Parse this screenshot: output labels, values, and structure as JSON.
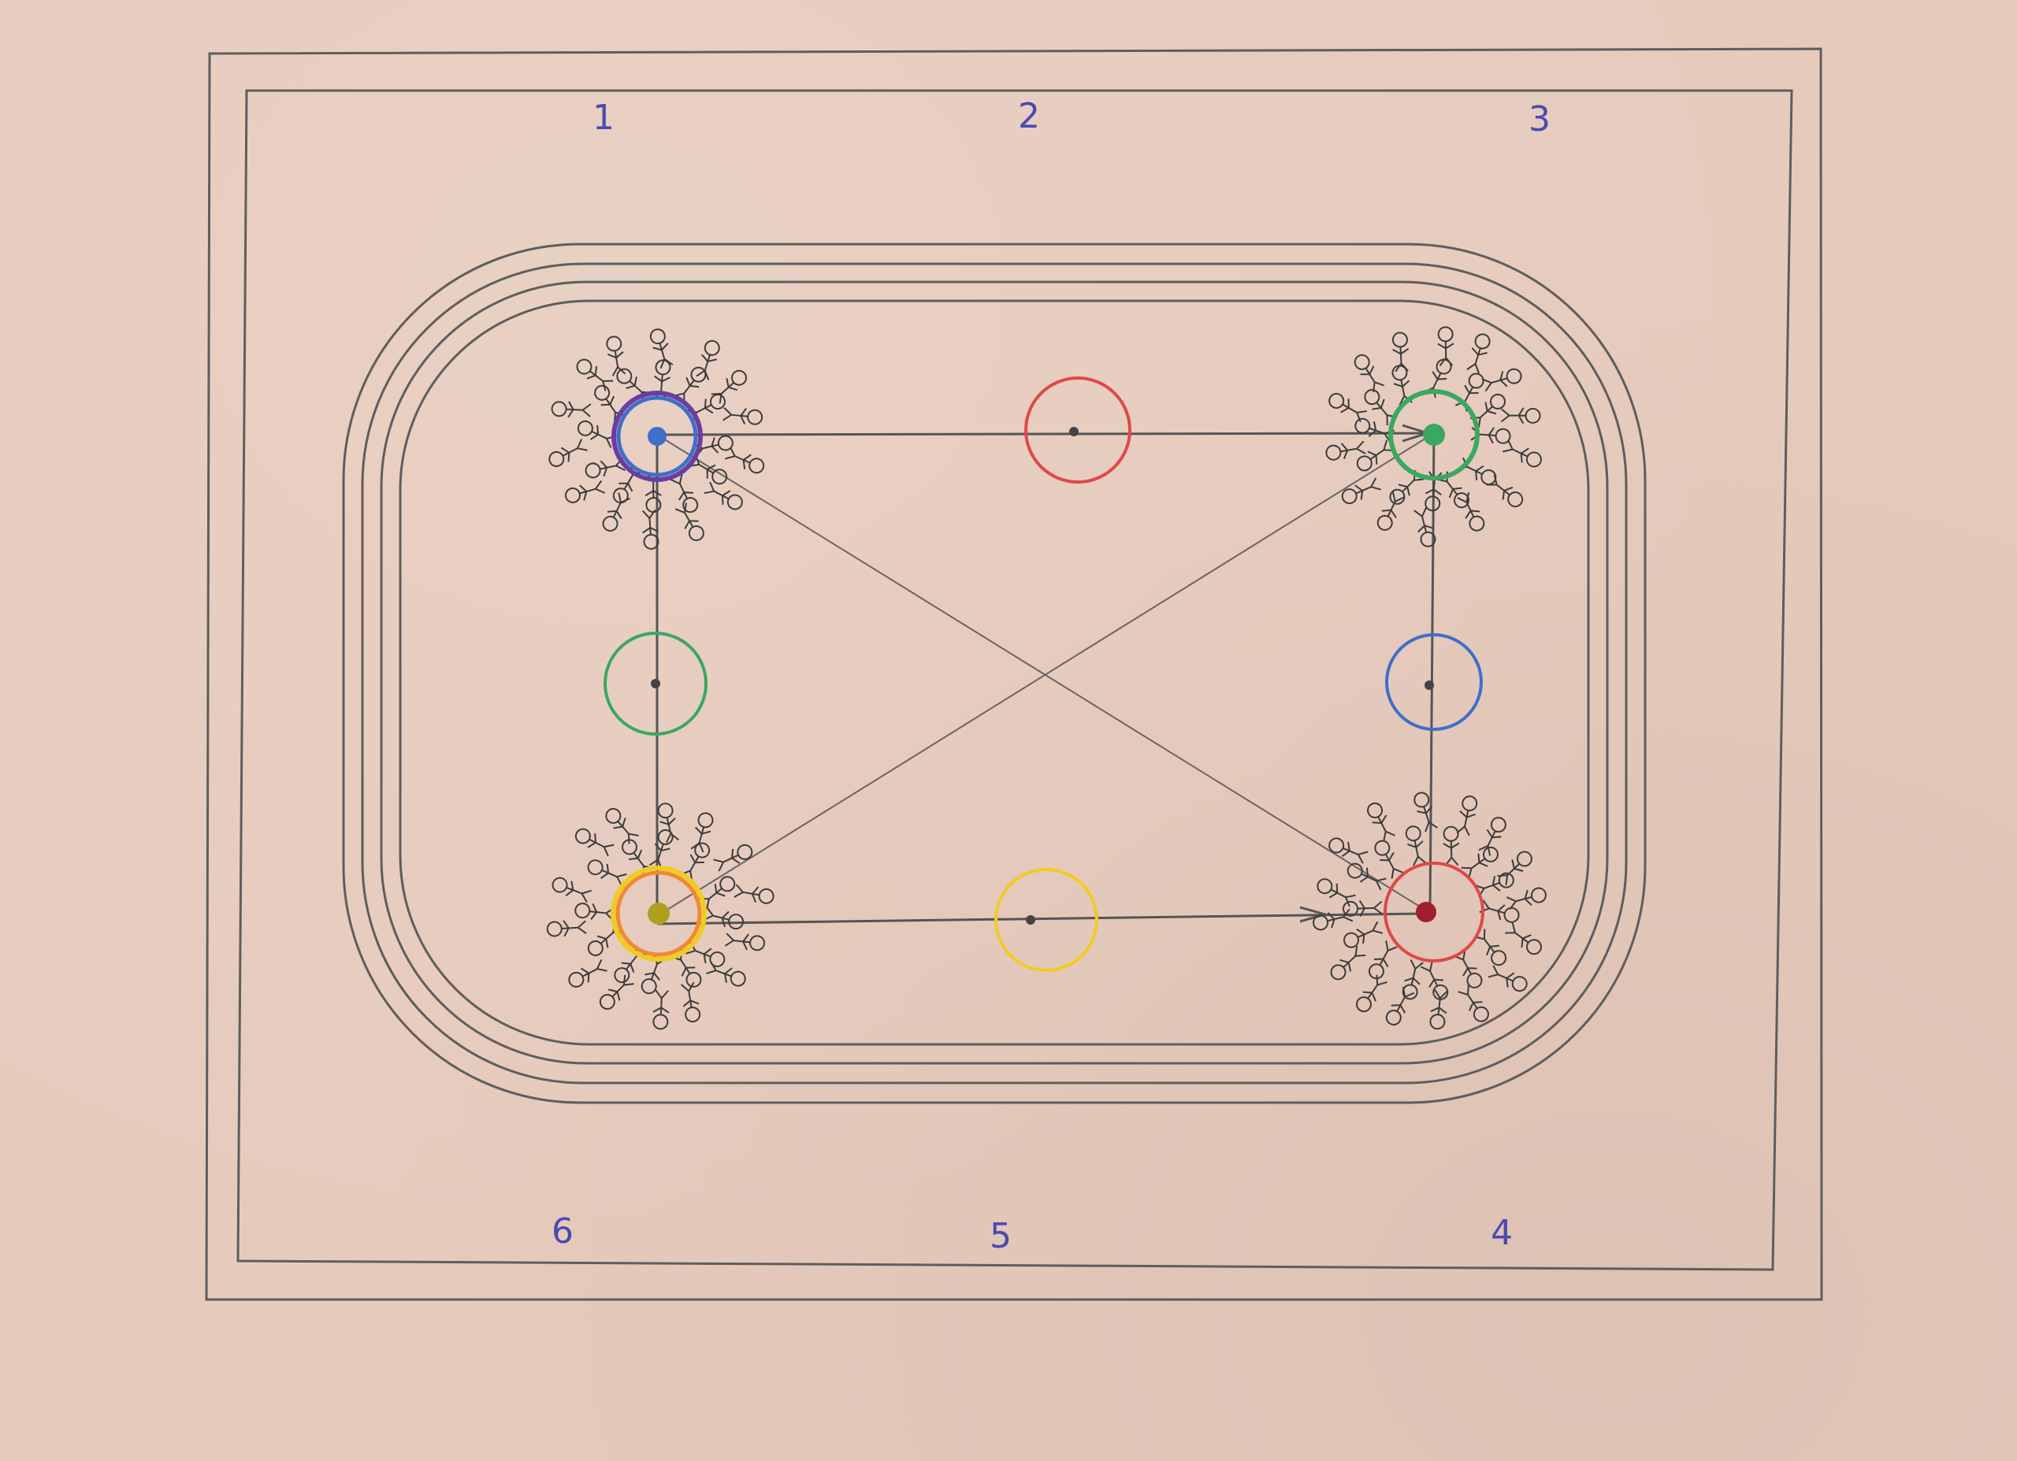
{
  "labels": {
    "n1": "1",
    "n2": "2",
    "n3": "3",
    "n4": "4",
    "n5": "5",
    "n6": "6"
  },
  "colors": {
    "paper": "#e6cbbd",
    "pencil": "#5e5e5e",
    "number_ink": "#4a4ab0",
    "blue": "#3f6fc8",
    "green": "#3aa860",
    "red": "#e04848",
    "yellow": "#f0cc20",
    "orange": "#f08a30",
    "purple": "#6a3ea0",
    "dark_red": "#a02030"
  },
  "circles": [
    {
      "id": "top-left",
      "colors": [
        "purple",
        "blue"
      ],
      "crowd": true
    },
    {
      "id": "top-middle",
      "colors": [
        "red"
      ],
      "crowd": false
    },
    {
      "id": "top-right",
      "colors": [
        "green"
      ],
      "crowd": true
    },
    {
      "id": "left-middle",
      "colors": [
        "green"
      ],
      "crowd": false
    },
    {
      "id": "right-middle",
      "colors": [
        "blue"
      ],
      "crowd": false
    },
    {
      "id": "bottom-left",
      "colors": [
        "orange",
        "yellow"
      ],
      "crowd": true
    },
    {
      "id": "bottom-middle",
      "colors": [
        "yellow"
      ],
      "crowd": false
    },
    {
      "id": "bottom-right",
      "colors": [
        "red"
      ],
      "crowd": true
    }
  ]
}
